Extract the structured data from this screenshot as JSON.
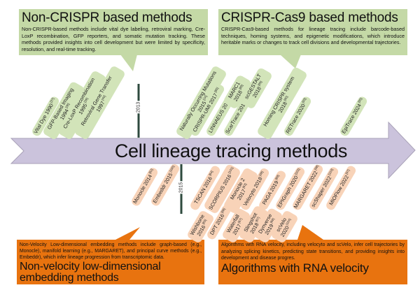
{
  "title": "Cell lineage tracing methods",
  "colors": {
    "green_callout": "#c4d9a6",
    "green_pill": "#d2e4b9",
    "orange_callout": "#e8730f",
    "orange_pill": "#f8d3b8",
    "arrow_fill": "#cbc3dc",
    "timeline_marker": "#2e4a3e"
  },
  "callouts": {
    "non_crispr": {
      "title": "Non-CRISPR based methods",
      "description": "Non-CRISPR-based methods include vital dye labeling, retroviral marking, Cre-LoxP recombination, GFP reporters, and somatic mutation tracking. These methods provided insights into cell development but were limited by specificity, resolution, and real-time tracking."
    },
    "crispr": {
      "title": "CRISPR-Cas9 based methods",
      "description": "CRISPR-Cas9-based methods for lineage tracing include barcode-based techniques, homing systems, and epigenetic modifications, which introduce heritable marks or changes to track cell divisions and developmental trajectories."
    },
    "non_velocity": {
      "title": "Non-velocity low-dimensional embedding methods",
      "description": "Non-Velocity Low-dimensional embedding methods include graph-based (e.g., Monocle), manifold learning (e.g., MARGARET), and principal curve methods (e.g., Embeddr), which infer lineage progression from transcriptomic data."
    },
    "rna_velocity": {
      "title": "Algorithms with RNA velocity",
      "description": "Algorithms with RNA velocity, including velocyto and scVelo, infer cell trajectories by analyzing splicing kinetics, predicting state transitions, and providing insights into development and disease progres."
    }
  },
  "year_markers": {
    "top": "2013",
    "bottom": "2015"
  },
  "methods_above": [
    {
      "line1": "Vital Dye 1990",
      "line2": "",
      "ref": "[37]"
    },
    {
      "line1": "GFP-Based Imaging",
      "line2": "1994",
      "ref": "[38]"
    },
    {
      "line1": "Cre-LoxP Recombination",
      "line2": "1995",
      "ref": "[39]"
    },
    {
      "line1": "Retroviral Gene Transfer",
      "line2": "1997",
      "ref": "[40]"
    },
    {
      "line1": "Naturally Occurring Mutations",
      "line2": "2015",
      "ref": "[24]"
    },
    {
      "line1": "CRISPR-UMI 2017",
      "line2": "",
      "ref": "[85]"
    },
    {
      "line1": "LINNAEUS 2018",
      "line2": "",
      "ref": "[86]"
    },
    {
      "line1": "MARC1",
      "line2": "2018",
      "ref": "[88]"
    },
    {
      "line1": "ScarTrace 2018",
      "line2": "",
      "ref": "[87]"
    },
    {
      "line1": "scGESTALT",
      "line2": "2018",
      "ref": "[89]"
    },
    {
      "line1": "Homing CRISPR system",
      "line2": "2018",
      "ref": "[90]"
    },
    {
      "line1": "RETrace 2020",
      "line2": "",
      "ref": "[93]"
    },
    {
      "line1": "EpiTrace 2024",
      "line2": "",
      "ref": "[95]"
    }
  ],
  "methods_below": [
    {
      "line1": "Monocle 2014",
      "line2": "",
      "ref": "[62]"
    },
    {
      "line1": "Embeddr 2015",
      "line2": "",
      "ref": "[100]"
    },
    {
      "line1": "TSCAN 2016",
      "line2": "",
      "ref": "[64]"
    },
    {
      "line1": "Wishbone",
      "line2": "2016",
      "ref": "[65]"
    },
    {
      "line1": "SCORPIUS 2016",
      "line2": "",
      "ref": "[101]"
    },
    {
      "line1": "DPT 2016",
      "line2": "",
      "ref": "[66]"
    },
    {
      "line1": "Monocle 2",
      "line2": "2017",
      "ref": "[63]"
    },
    {
      "line1": "Waterfall",
      "line2": "2017",
      "ref": "[67]"
    },
    {
      "line1": "Velocyto 2018",
      "line2": "",
      "ref": "[48]"
    },
    {
      "line1": "Slingshot",
      "line2": "2018",
      "ref": "[67]"
    },
    {
      "line1": "Dynverse",
      "line2": "2019",
      "ref": "[68]"
    },
    {
      "line1": "PAGA 2019",
      "line2": "",
      "ref": "[69]"
    },
    {
      "line1": "scVelo",
      "line2": "2020",
      "ref": "[104]"
    },
    {
      "line1": "EPIGraph 2020",
      "line2": "",
      "ref": "[102]"
    },
    {
      "line1": "MARGARET 2022",
      "line2": "",
      "ref": "[98]"
    },
    {
      "line1": "scShaper 2022",
      "line2": "",
      "ref": "[103]"
    },
    {
      "line1": "MIOFlow 2022",
      "line2": "",
      "ref": "[97]"
    }
  ]
}
